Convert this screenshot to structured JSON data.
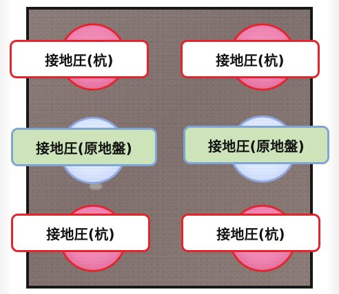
{
  "diagram": {
    "labels": {
      "pile_top_left": "接地圧(杭)",
      "pile_top_right": "接地圧(杭)",
      "ground_middle_left": "接地圧(原地盤)",
      "ground_middle_right": "接地圧(原地盤)",
      "pile_bottom_left": "接地圧(杭)",
      "pile_bottom_right": "接地圧(杭)"
    },
    "colors": {
      "plate_border": "#171717",
      "pile_fill": "#ef84b2",
      "pile_border": "#e2262f",
      "ground_fill": "#dbe7ff",
      "ground_border": "#8fa6de",
      "pile_label_bg": "#ffffff",
      "ground_label_bg": "#cde4ba"
    }
  }
}
